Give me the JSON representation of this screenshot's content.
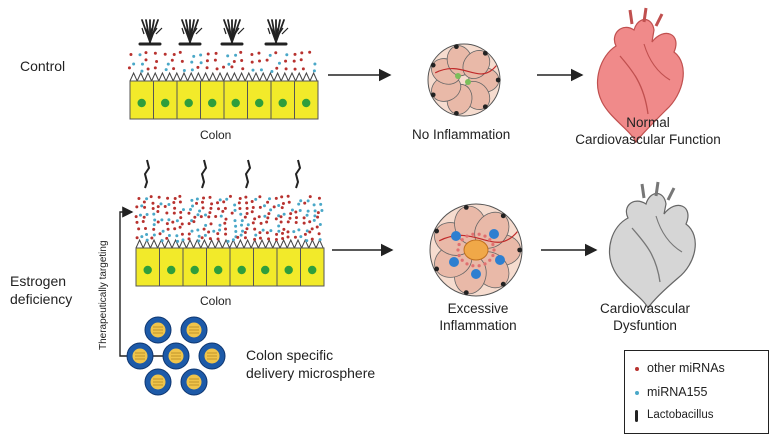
{
  "rows": {
    "control": "Control",
    "estrogen_line1": "Estrogen",
    "estrogen_line2": "deficiency"
  },
  "colon_label": "Colon",
  "stages": {
    "no_inflammation": "No Inflammation",
    "normal_line1": "Normal",
    "normal_line2": "Cardiovascular Function",
    "excessive_line1": "Excessive",
    "excessive_line2": "Inflammation",
    "dysfunction_line1": "Cardiovascular",
    "dysfunction_line2": "Dysfuntion"
  },
  "targeting_label": "Therapeutically targeting",
  "microsphere_line1": "Colon specific",
  "microsphere_line2": "delivery microsphere",
  "legend": {
    "other_mirnas": "other miRNAs",
    "mirna155": "miRNA155",
    "lactobacillus": "Lactobacillus"
  },
  "colors": {
    "colon_cell": "#f2ea2a",
    "nucleus": "#2f9e3c",
    "other_mirna_dot": "#b8322f",
    "mirna155_dot": "#4aa8c8",
    "heart_normal": "#f08a8a",
    "heart_diseased": "#c9c9c9",
    "microsphere": "#1d5aa8",
    "microsphere_core": "#f0c44a",
    "immune_cell": "#e9b9a8"
  }
}
